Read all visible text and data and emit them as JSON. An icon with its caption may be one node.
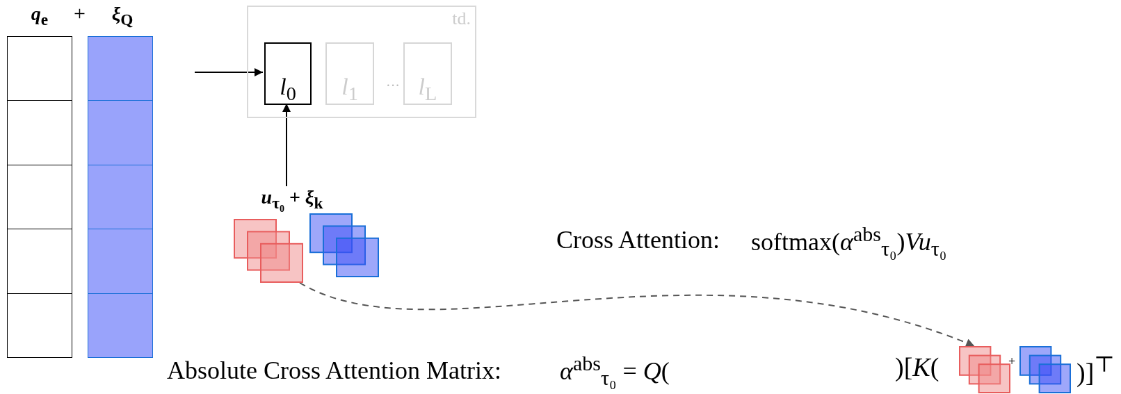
{
  "diagram": {
    "nodes": [
      {
        "text": [
          "*q*$_{e}$"
        ]
      },
      {
        "text": [],
        "shape": "box",
        "in": 0
      },
      {
        "text": [],
        "shape": "box",
        "in": 0
      },
      {
        "text": [],
        "shape": "box",
        "in": 0
      },
      {
        "text": [],
        "shape": "box",
        "in": 0
      },
      {
        "text": [],
        "shape": "box",
        "in": 0
      },
      {
        "text": [
          "*ξ*$_{Q}$"
        ]
      },
      {
        "text": [],
        "shape": "box",
        "in": 6
      },
      {
        "text": [],
        "shape": "box",
        "in": 6
      },
      {
        "text": [],
        "shape": "box",
        "in": 6
      },
      {
        "text": [],
        "shape": "box",
        "in": 6
      },
      {
        "text": [],
        "shape": "box",
        "in": 6
      },
      {
        "text": [
          "td."
        ]
      },
      {
        "text": [
          "*l*$_{0}$"
        ],
        "in": 12
      },
      {
        "text": [
          "*l*$_{1}$"
        ],
        "in": 12
      },
      {
        "text": [
          "*l*$_{L}$"
        ],
        "in": 12
      },
      {
        "text": [
          "*u*$_{τ₀}$ + *ξ*$_{k}$"
        ]
      },
      {
        "text": [],
        "shape": "picture"
      },
      {
        "text": [],
        "shape": "picture"
      },
      {
        "text": [],
        "shape": "picture"
      },
      {
        "text": [],
        "shape": "picture"
      }
    ],
    "edges": [
      {
        "from": null,
        "to": 13,
        "arrow": "to"
      },
      {
        "from": 16,
        "to": 13,
        "arrow": "to"
      },
      {
        "from": 17,
        "to": 19,
        "arrow": "to",
        "style": "dashed",
        "color": "#555555"
      }
    ],
    "labels": [
      "+",
      "···",
      "Cross Attention:",
      "softmax(*α*$^{abs}$$_{τ₀}$)*Vu*$_{τ₀}$",
      "Absolute Cross Attention Matrix:",
      "*α*$^{abs}$$_{τ₀}$ = *Q*(",
      ")[*K*(",
      "+",
      ")]$^{⊤}$"
    ]
  }
}
